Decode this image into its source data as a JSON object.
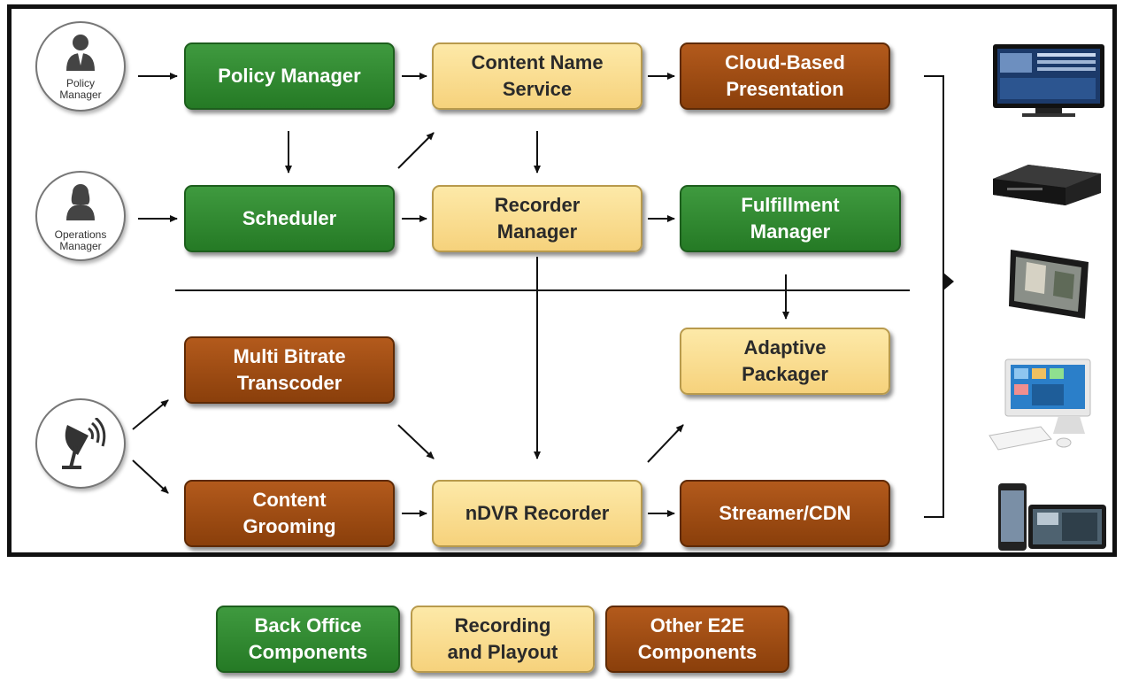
{
  "boxes": {
    "policy_manager": "Policy Manager",
    "content_name_service": "Content Name\nService",
    "cloud_based_presentation": "Cloud-Based\nPresentation",
    "scheduler": "Scheduler",
    "recorder_manager": "Recorder\nManager",
    "fulfillment_manager": "Fulfillment\nManager",
    "multi_bitrate_transcoder": "Multi Bitrate\nTranscoder",
    "adaptive_packager": "Adaptive\nPackager",
    "content_grooming": "Content\nGrooming",
    "ndvr_recorder": "nDVR Recorder",
    "streamer_cdn": "Streamer/CDN"
  },
  "actors": {
    "policy_manager": "Policy\nManager",
    "operations_manager": "Operations\nManager"
  },
  "legend": {
    "back_office": "Back Office\nComponents",
    "recording_playout": "Recording\nand Playout",
    "other_e2e": "Other E2E\nComponents"
  },
  "colors": {
    "green": "#2f8a2f",
    "yellow": "#f9dd8e",
    "brown": "#9c4a12"
  },
  "icons": [
    "person-icon",
    "satellite-dish-icon",
    "tv-icon",
    "set-top-box-icon",
    "tablet-icon",
    "all-in-one-pc-icon",
    "phone-and-tablet-icon"
  ]
}
